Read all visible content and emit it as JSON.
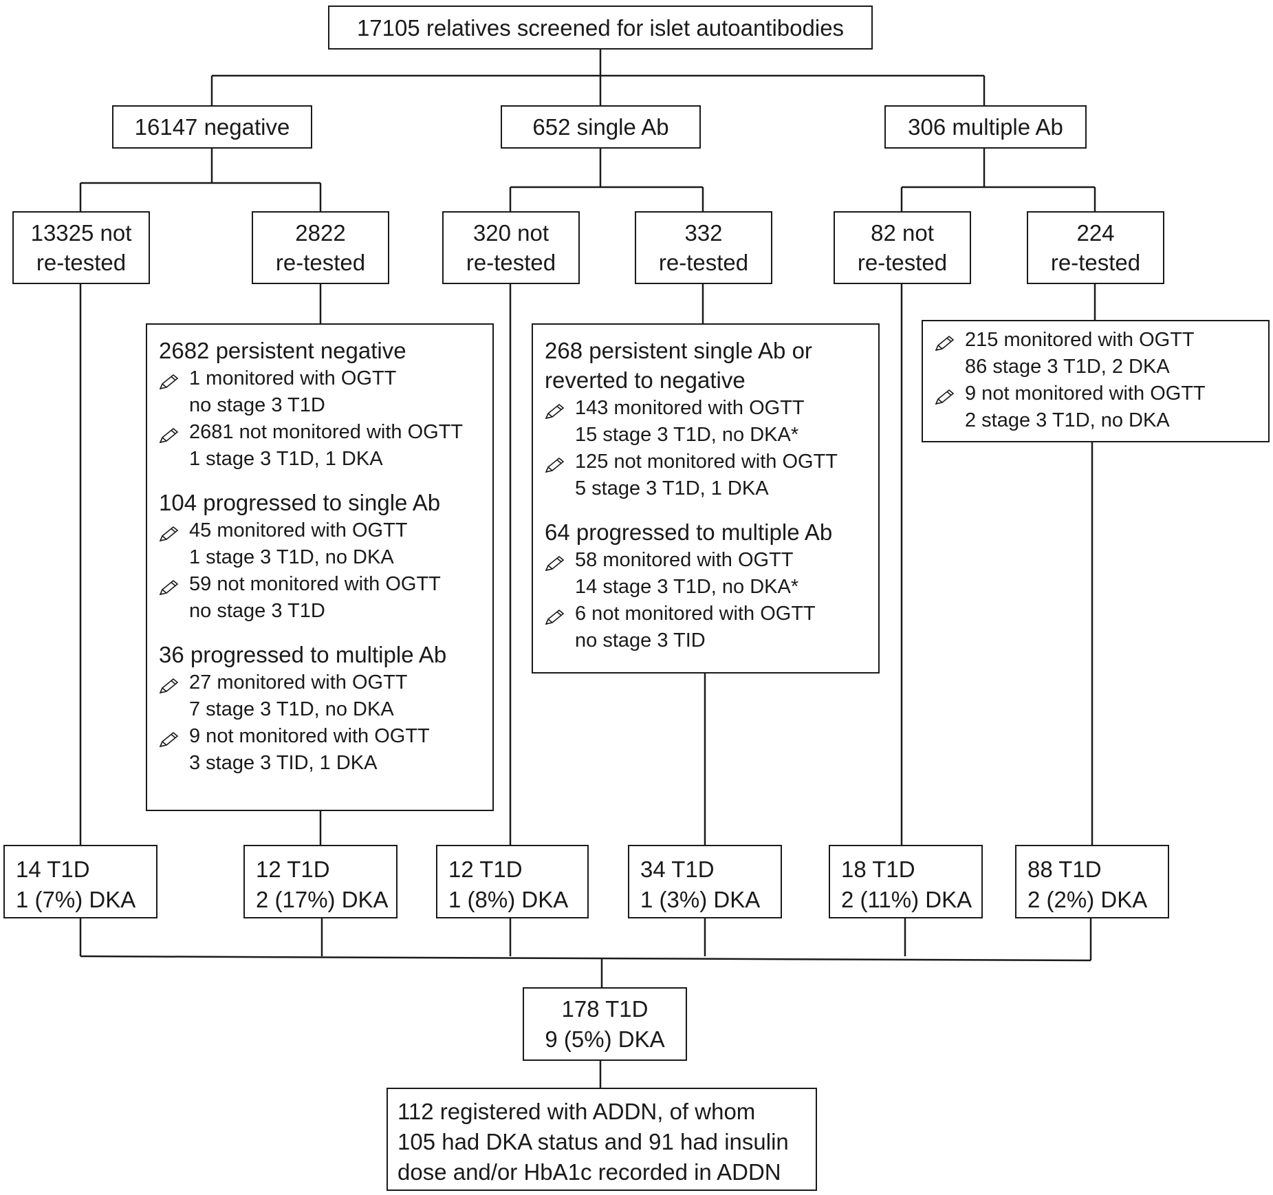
{
  "root": {
    "text": "17105 relatives screened for islet autoantibodies"
  },
  "level1": [
    {
      "text": "16147 negative"
    },
    {
      "text": "652 single Ab"
    },
    {
      "text": "306 multiple Ab"
    }
  ],
  "level2": [
    {
      "lines": [
        "13325 not",
        "re-tested"
      ]
    },
    {
      "lines": [
        "2822",
        "re-tested"
      ]
    },
    {
      "lines": [
        "320 not",
        "re-tested"
      ]
    },
    {
      "lines": [
        "332",
        "re-tested"
      ]
    },
    {
      "lines": [
        "82 not",
        "re-tested"
      ]
    },
    {
      "lines": [
        "224",
        "re-tested"
      ]
    }
  ],
  "detail_negative": {
    "groups": [
      {
        "title": "2682 persistent negative",
        "items": [
          {
            "line1": "1 monitored with OGTT",
            "line2": "no stage 3 T1D"
          },
          {
            "line1": "2681 not monitored with OGTT",
            "line2": "1 stage 3 T1D, 1 DKA"
          }
        ]
      },
      {
        "title": "104 progressed to single Ab",
        "items": [
          {
            "line1": "45 monitored with OGTT",
            "line2": "1 stage 3 T1D, no DKA"
          },
          {
            "line1": "59 not monitored with OGTT",
            "line2": "no stage 3 T1D"
          }
        ]
      },
      {
        "title": "36 progressed to multiple Ab",
        "items": [
          {
            "line1": "27 monitored with OGTT",
            "line2": "7 stage 3 T1D, no DKA"
          },
          {
            "line1": "9 not monitored with OGTT",
            "line2": "3 stage 3 TID, 1 DKA"
          }
        ]
      }
    ]
  },
  "detail_single": {
    "groups": [
      {
        "title_lines": [
          "268 persistent single Ab or",
          "reverted to negative"
        ],
        "items": [
          {
            "line1": "143 monitored with OGTT",
            "line2": "15 stage 3 T1D, no DKA*"
          },
          {
            "line1": "125 not monitored with OGTT",
            "line2": "5 stage 3 T1D, 1 DKA"
          }
        ]
      },
      {
        "title_lines": [
          "64 progressed to multiple Ab"
        ],
        "items": [
          {
            "line1": "58 monitored with OGTT",
            "line2": "14 stage 3 T1D, no DKA*"
          },
          {
            "line1": "6 not monitored with OGTT",
            "line2": "no stage 3 TID"
          }
        ]
      }
    ]
  },
  "detail_multiple": {
    "items": [
      {
        "line1": "215 monitored with OGTT",
        "line2": "86 stage 3 T1D, 2 DKA"
      },
      {
        "line1": "9 not monitored with OGTT",
        "line2": "2 stage 3 T1D, no DKA"
      }
    ]
  },
  "results": [
    {
      "t1d": "14 T1D",
      "dka": "1 (7%) DKA"
    },
    {
      "t1d": "12 T1D",
      "dka": "2 (17%) DKA"
    },
    {
      "t1d": "12 T1D",
      "dka": "1 (8%) DKA"
    },
    {
      "t1d": "34 T1D",
      "dka": "1 (3%) DKA"
    },
    {
      "t1d": "18 T1D",
      "dka": "2 (11%) DKA"
    },
    {
      "t1d": "88 T1D",
      "dka": "2 (2%) DKA"
    }
  ],
  "total": {
    "t1d": "178 T1D",
    "dka": "9 (5%) DKA"
  },
  "final": {
    "lines": [
      "112 registered with ADDN, of whom",
      "105 had DKA status and 91 had insulin",
      "dose and/or HbA1c recorded in ADDN"
    ]
  },
  "icons": {
    "bullet": "pencil-icon"
  }
}
